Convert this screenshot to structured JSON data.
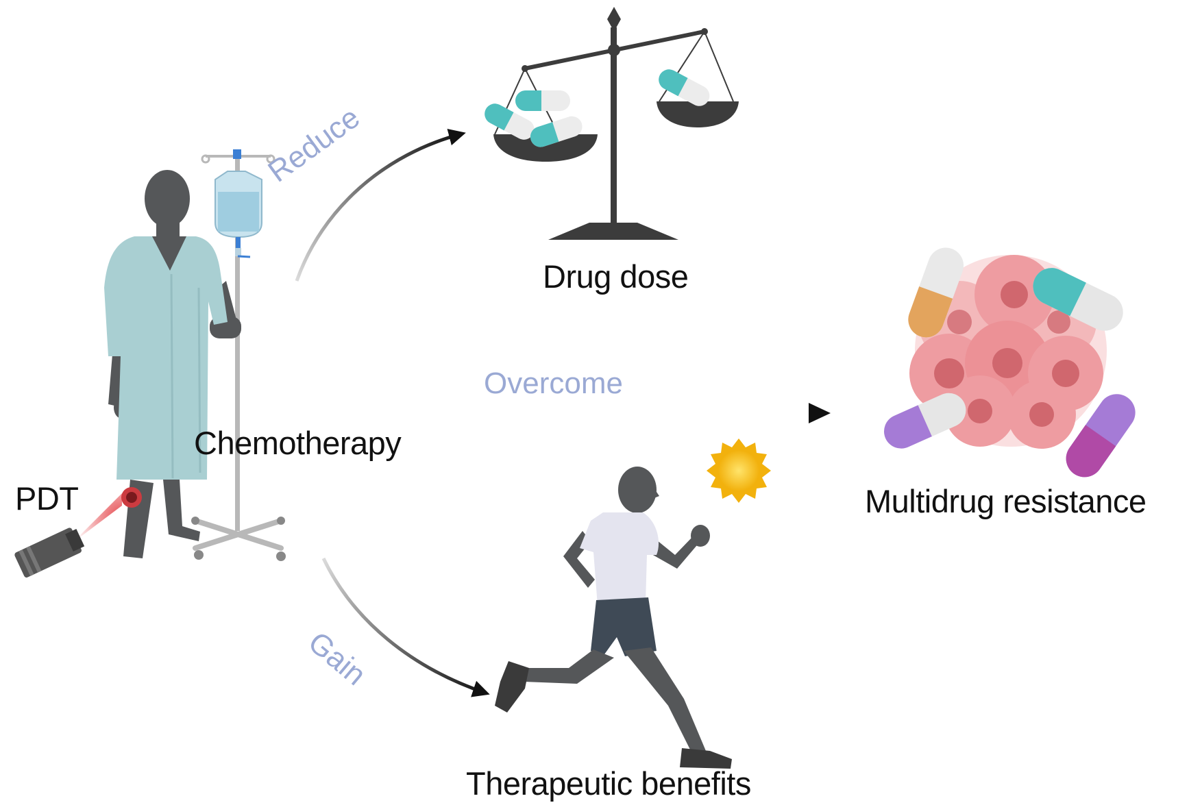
{
  "labels": {
    "drug_dose": "Drug dose",
    "multidrug_resistance": "Multidrug resistance",
    "chemotherapy": "Chemotherapy",
    "pdt": "PDT",
    "therapeutic_benefits": "Therapeutic benefits"
  },
  "arrows": {
    "reduce": "Reduce",
    "overcome": "Overcome",
    "gain": "Gain"
  },
  "icons": [
    "patient-icon",
    "iv-drip-stand-icon",
    "laser-device-icon",
    "balance-scale-icon",
    "capsule-icon",
    "tumor-cell-cluster-icon",
    "runner-icon",
    "sun-icon"
  ],
  "colors": {
    "arrow_label": "#9aa9d4",
    "text": "#111111",
    "silhouette": "#555759",
    "gown": "#a9cfd2",
    "teal_capsule": "#4fbfbe",
    "orange_capsule": "#e3a45d",
    "purple_capsule": "#a57bd6",
    "magenta_capsule": "#b04aa6",
    "tumor": "#ec8a8f",
    "sun": "#f6c21b",
    "laser": "#e0242a"
  }
}
